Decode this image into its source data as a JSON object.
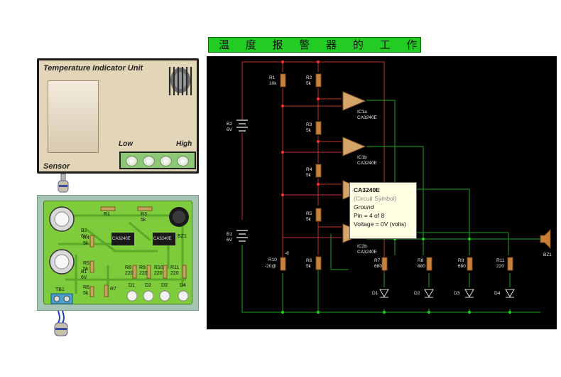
{
  "banner": {
    "title": "温 度 报 警 器 的 工 作 原 理"
  },
  "unit": {
    "title": "Temperature Indicator Unit",
    "sensor_label": "Sensor",
    "low_label": "Low",
    "high_label": "High",
    "speaker_icon": "speaker-grille-icon"
  },
  "pcb": {
    "labels": {
      "b2": "B2",
      "b2v": "6V",
      "b1": "B1",
      "b1v": "6V",
      "r1": "R1",
      "r3": "R3",
      "r3v": "5k",
      "r4": "R4",
      "r4v": "5k",
      "r5": "R5",
      "r5v": "5k",
      "r6": "R6",
      "r6v": "5k",
      "ic1": "CA3240E",
      "ic2": "CA3240E",
      "bz1": "BZ1",
      "r8": "R8",
      "r8v": "220",
      "r9": "R9",
      "r9v": "220",
      "r10": "R10",
      "r10v": "220",
      "r11": "R11",
      "r11v": "220",
      "r7": "R7",
      "d1": "D1",
      "d2": "D2",
      "d3": "D3",
      "d4": "D4",
      "tb1": "TB1"
    }
  },
  "schematic": {
    "labels": {
      "r1": "R1",
      "r1v": "10k",
      "r2": "R2",
      "r2v": "5k",
      "r3": "R3",
      "r3v": "5k",
      "r4": "R4",
      "r4v": "5k",
      "r5": "R5",
      "r5v": "5k",
      "r6": "R6",
      "r6v": "5k",
      "b2": "B2",
      "b2v": "6V",
      "b1": "B1",
      "b1v": "6V",
      "r10": "R10",
      "r10v": "-20@",
      "r10t": "-θ",
      "ic1a": "IC1a",
      "ic1a_v": "CA3240E",
      "ic1b": "IC1b",
      "ic1b_v": "CA3240E",
      "ic2b": "IC2b",
      "ic2b_v": "CA3240E",
      "r7": "R7",
      "r7v": "680",
      "r8": "R8",
      "r8v": "680",
      "r9": "R9",
      "r9v": "680",
      "r11": "R11",
      "r11v": "220",
      "d1": "D1",
      "d2": "D2",
      "d3": "D3",
      "d4": "D4",
      "bz1": "BZ1"
    }
  },
  "tooltip": {
    "part": "CA3240E",
    "kind": "(Circuit Symbol)",
    "net": "Ground",
    "pin": "Pin = 4 of 8",
    "voltage": "Voltage = 0V (volts)"
  },
  "colors": {
    "banner": "#22cc22",
    "wire_red": "#c83232",
    "wire_green": "#1fa01f",
    "opamp": "#d4a468"
  }
}
